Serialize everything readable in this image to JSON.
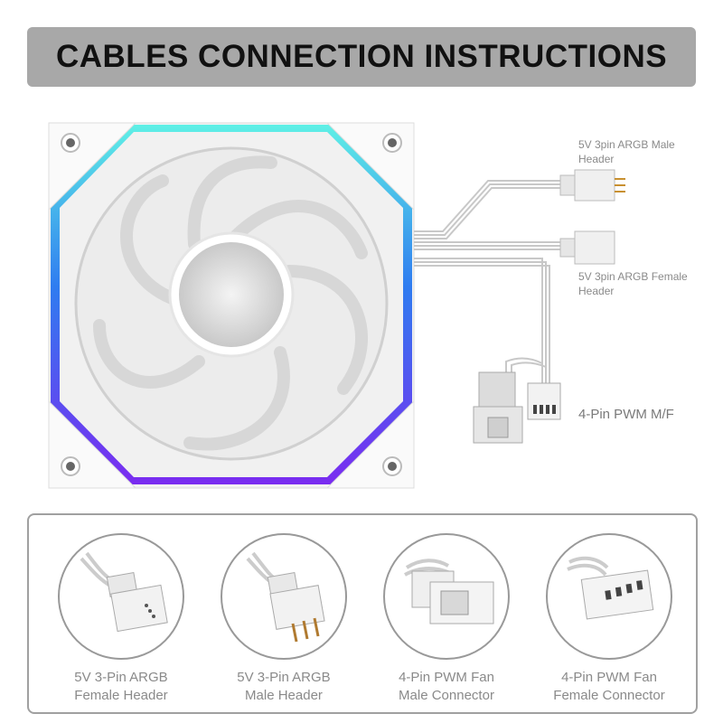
{
  "title": "CABLES CONNECTION INSTRUCTIONS",
  "callouts": {
    "male_header": [
      "5V 3pin ARGB Male",
      "Header"
    ],
    "female_header": [
      "5V 3pin ARGB Female",
      "Header"
    ],
    "pwm": "4-Pin PWM M/F"
  },
  "connectors": [
    {
      "line1": "5V 3-Pin ARGB",
      "line2": "Female Header",
      "icon": "argb-female-header-icon"
    },
    {
      "line1": "5V 3-Pin ARGB",
      "line2": "Male Header",
      "icon": "argb-male-header-icon"
    },
    {
      "line1": "4-Pin PWM Fan",
      "line2": "Male Connector",
      "icon": "pwm-male-connector-icon"
    },
    {
      "line1": "4-Pin PWM Fan",
      "line2": "Female Connector",
      "icon": "pwm-female-connector-icon"
    }
  ],
  "colors": {
    "title_bg": "#a8a8a8",
    "rgb_top": "#5ff0e6",
    "rgb_mid": "#2f7cf0",
    "rgb_bottom": "#7a2cf0"
  }
}
